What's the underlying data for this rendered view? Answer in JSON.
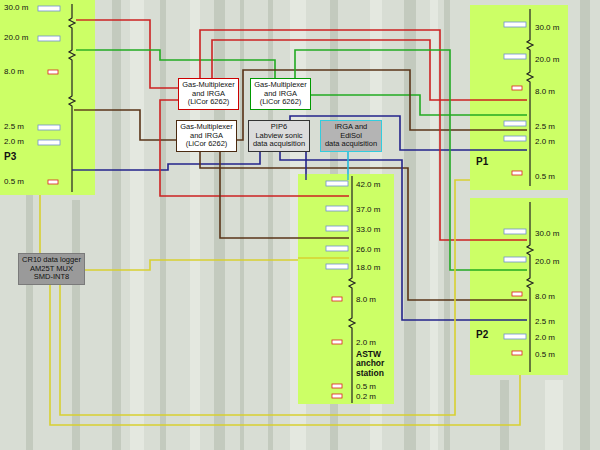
{
  "diagram": {
    "nodes": [
      {
        "text": [
          "30.0 m",
          "20.0 m",
          "8.0 m",
          "2.5 m",
          "2.0 m",
          "0.5 m",
          "P3"
        ]
      },
      {
        "text": [
          "Gas-Multiplexer",
          "and IRGA",
          "(LiCor 6262)"
        ]
      },
      {
        "text": [
          "Gas-Multiplexer",
          "and IRGA",
          "(LiCor 6262)"
        ]
      },
      {
        "text": [
          "30.0 m",
          "20.0 m",
          "8.0 m",
          "2.5 m",
          "2.0 m",
          "0.5 m",
          "P1"
        ]
      },
      {
        "text": [
          "Gas-Multiplexer",
          "and IRGA",
          "(LiCor 6262)"
        ]
      },
      {
        "text": [
          "PIP6",
          "Labview sonic",
          "data acquisition"
        ]
      },
      {
        "text": [
          "IRGA and",
          "EdiSol",
          "data acquisition"
        ]
      },
      {
        "text": [
          "CR10 data logger",
          "AM25T MUX",
          "SMD-INT8"
        ]
      },
      {
        "text": [
          "42.0 m",
          "37.0 m",
          "33.0 m",
          "26.0 m",
          "18.0 m",
          "8.0 m",
          "2.0 m",
          "0.5 m",
          "0.2 m",
          "ASTW anchor station"
        ]
      },
      {
        "text": [
          "30.0 m",
          "20.0 m",
          "8.0 m",
          "2.5 m",
          "2.0 m",
          "0.5 m",
          "P2"
        ]
      }
    ],
    "edges": [
      {
        "from": 0,
        "to": 1,
        "arrow": "none"
      },
      {
        "from": 0,
        "to": 2,
        "arrow": "none"
      },
      {
        "from": 0,
        "to": 4,
        "arrow": "none"
      },
      {
        "from": 0,
        "to": 5,
        "arrow": "none"
      },
      {
        "from": 3,
        "to": 1,
        "arrow": "none"
      },
      {
        "from": 3,
        "to": 2,
        "arrow": "none"
      },
      {
        "from": 3,
        "to": 4,
        "arrow": "none"
      },
      {
        "from": 3,
        "to": 5,
        "arrow": "none"
      },
      {
        "from": 9,
        "to": 1,
        "arrow": "none"
      },
      {
        "from": 9,
        "to": 2,
        "arrow": "none"
      },
      {
        "from": 9,
        "to": 4,
        "arrow": "none"
      },
      {
        "from": 9,
        "to": 5,
        "arrow": "none"
      },
      {
        "from": 8,
        "to": 1,
        "arrow": "none"
      },
      {
        "from": 8,
        "to": 4,
        "arrow": "none"
      },
      {
        "from": 8,
        "to": 5,
        "arrow": "none"
      },
      {
        "from": 8,
        "to": 6,
        "arrow": "none"
      },
      {
        "from": 7,
        "to": 0,
        "arrow": "none"
      },
      {
        "from": 7,
        "to": 8,
        "arrow": "none"
      },
      {
        "from": 7,
        "to": 3,
        "arrow": "none"
      },
      {
        "from": 7,
        "to": 9,
        "arrow": "none"
      }
    ]
  }
}
